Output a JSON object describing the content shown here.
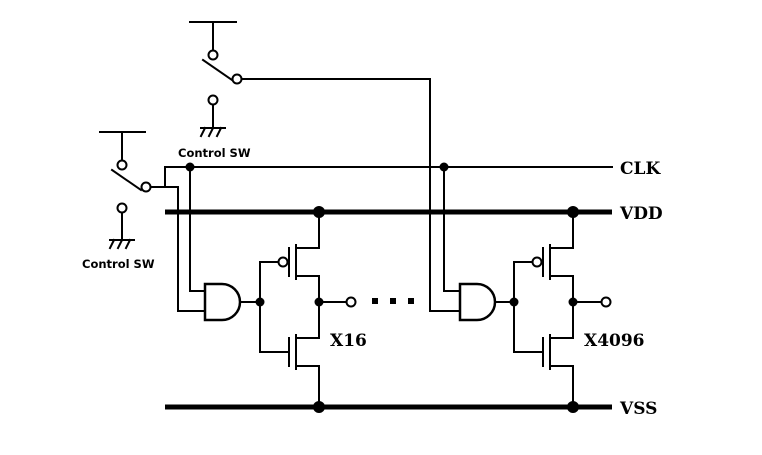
{
  "diagram": {
    "nets": {
      "clk": "CLK",
      "vdd": "VDD",
      "vss": "VSS"
    },
    "switches": {
      "upper_label": "Control SW",
      "lower_label": "Control SW"
    },
    "blocks": {
      "first_multiplier": "X16",
      "last_multiplier": "X4096"
    },
    "ellipsis": "· · ·"
  }
}
